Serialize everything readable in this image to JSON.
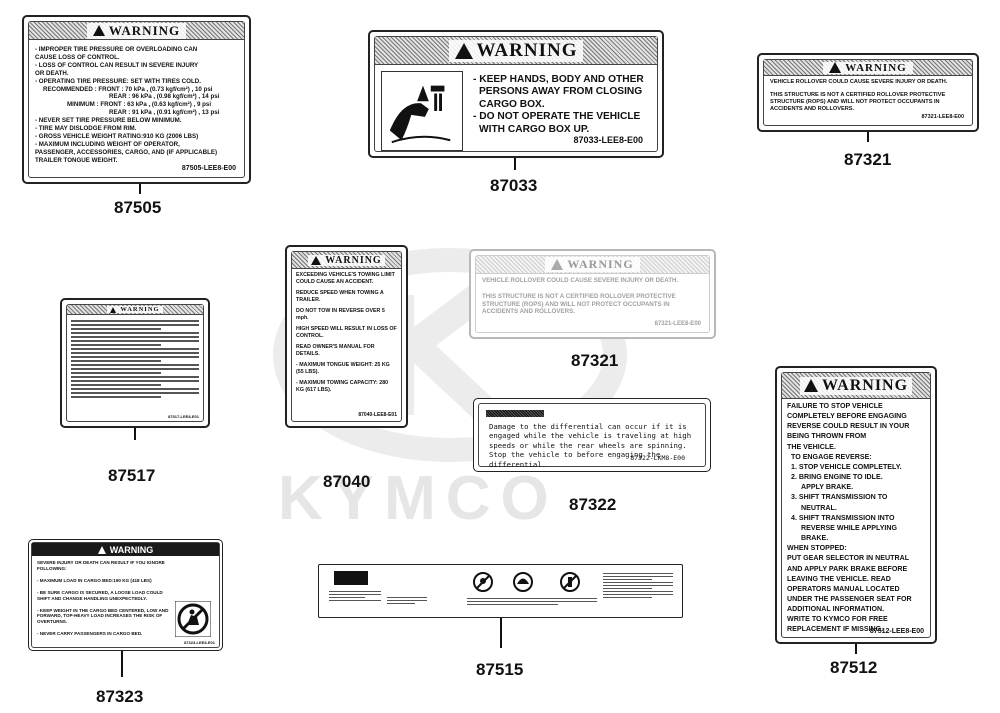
{
  "brand_watermark": "KYMCO",
  "warning_word": "WARNING",
  "labels": {
    "l87505": {
      "part": "87505",
      "lines": [
        "- IMPROPER TIRE PRESSURE OR OVERLOADING CAN",
        "CAUSE LOSS OF CONTROL.",
        "- LOSS OF CONTROL CAN RESULT IN SEVERE INJURY",
        "OR DEATH.",
        "- OPERATING TIRE PRESSURE: SET WITH TIRES COLD.",
        "RECOMMENDED : FRONT : 70 kPa , (0.73 kgf/cm²) , 10 psi",
        "REAR : 96 kPa , (0.98 kgf/cm²) , 14 psi",
        "MINIMUM : FRONT : 63 kPa , (0.63 kgf/cm²) , 9 psi",
        "REAR : 91 kPa , (0.91 kgf/cm²) , 13 psi",
        "- NEVER SET TIRE PRESSURE BELOW MINIMUM.",
        "- TIRE MAY DISLODGE FROM RIM.",
        "- GROSS VEHICLE WEIGHT RATING:910 KG (2006 LBS)",
        "- MAXIMUM INCLUDING WEIGHT OF OPERATOR,",
        "PASSENGER, ACCESSORIES, CARGO, AND (IF APPLICABLE)",
        "TRAILER TONGUE WEIGHT."
      ],
      "code": "87505-LEE8-E00"
    },
    "l87033": {
      "part": "87033",
      "lines": [
        "- KEEP HANDS, BODY AND OTHER",
        "PERSONS AWAY FROM CLOSING",
        "CARGO BOX.",
        "- DO NOT OPERATE THE VEHICLE",
        "WITH CARGO BOX UP."
      ],
      "code": "87033-LEE8-E00"
    },
    "l87321a": {
      "part": "87321",
      "line1": "VEHICLE ROLLOVER COULD CAUSE SEVERE INJURY OR DEATH.",
      "line2": "THIS STRUCTURE IS NOT A CERTIFIED ROLLOVER PROTECTIVE STRUCTURE (ROPS) AND WILL NOT PROTECT OCCUPANTS IN ACCIDENTS AND ROLLOVERS.",
      "code": "87321-LEE8-E00"
    },
    "l87321b": {
      "part": "87321",
      "line1": "VEHICLE ROLLOVER COULD CAUSE SEVERE INJURY OR DEATH.",
      "line2": "THIS STRUCTURE IS NOT A CERTIFIED ROLLOVER PROTECTIVE STRUCTURE (ROPS) AND WILL NOT PROTECT OCCUPANTS IN ACCIDENTS AND ROLLOVERS.",
      "code": "87321-LEE8-E00"
    },
    "l87040": {
      "part": "87040",
      "lines": [
        "EXCEEDING VEHICLE'S TOWING LIMIT COULD CAUSE AN ACCIDENT.",
        "REDUCE SPEED WHEN TOWING A TRAILER.",
        "DO NOT TOW IN REVERSE OVER 5 mph.",
        "HIGH SPEED WILL RESULT IN LOSS OF CONTROL.",
        "READ OWNER'S MANUAL FOR DETAILS.",
        "- MAXIMUM TONGUE WEIGHT: 25 KG (55 LBS).",
        "- MAXIMUM TOWING CAPACITY: 280 KG (617 LBS)."
      ],
      "code": "87040-LEE8-E01"
    },
    "l87517": {
      "part": "87517",
      "code": "87517-LEE8-E01"
    },
    "l87322": {
      "part": "87322",
      "text": "Damage to the differential can occur if it is engaged while the vehicle is traveling at high speeds or while the rear wheels are spinning. Stop the vehicle to before engaging the differential.",
      "code": "87322-LKM8-E00"
    },
    "l87512": {
      "part": "87512",
      "lines": [
        "FAILURE TO STOP VEHICLE",
        "COMPLETELY BEFORE ENGAGING",
        "REVERSE COULD RESULT IN YOUR",
        "BEING THROWN FROM",
        "THE VEHICLE.",
        "TO ENGAGE REVERSE:",
        "1. STOP VEHICLE COMPLETELY.",
        "2. BRING ENGINE TO IDLE.",
        "APPLY BRAKE.",
        "3. SHIFT TRANSMISSION TO",
        "NEUTRAL.",
        "4. SHIFT TRANSMISSION INTO",
        "REVERSE WHILE APPLYING",
        "BRAKE.",
        "WHEN STOPPED:",
        "PUT GEAR SELECTOR IN NEUTRAL",
        "AND APPLY PARK BRAKE BEFORE",
        "LEAVING THE VEHICLE. READ",
        "OPERATORS MANUAL LOCATED",
        "UNDER THE PASSENGER SEAT FOR",
        "ADDITIONAL INFORMATION.",
        "WRITE TO KYMCO FOR FREE",
        "REPLACEMENT IF MISSING."
      ],
      "code": "87512-LEE8-E00"
    },
    "l87323": {
      "part": "87323",
      "lines": [
        "SEVERE INJURY OR DEATH CAN RESULT IF YOU IGNORE FOLLOWING:",
        "- MAXIMUM LOAD IN CARGO BED:190 KG (418 LBS)",
        "- BE SURE CARGO IS SECURED, A LOOSE LOAD COULD SHIFT AND CHANGE HANDLING UNEXPECTEDLY.",
        "- KEEP WEIGHT IN THE CARGO BED CENTERED, LOW AND FORWARD, TOP-HEAVY LOAD INCREASES THE RISK OF OVERTURNS.",
        "- NEVER CARRY PASSENGERS IN CARGO BED."
      ],
      "code": "87323-LEE8-E01"
    },
    "l87515": {
      "part": "87515"
    }
  }
}
